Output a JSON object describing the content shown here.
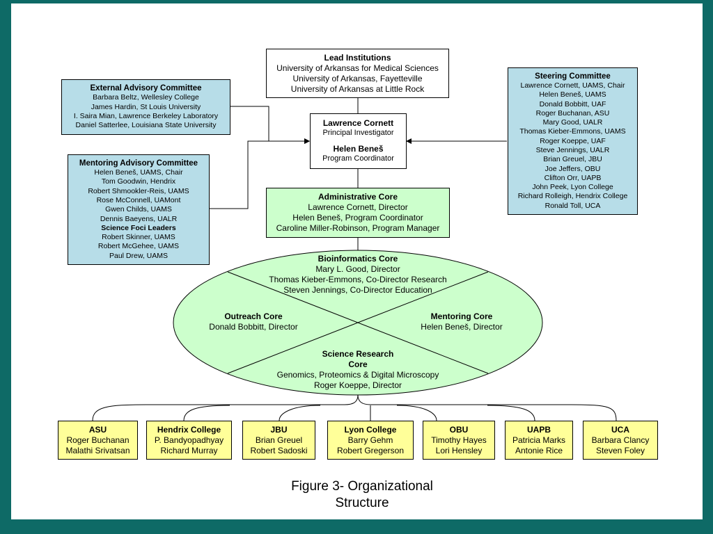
{
  "lead": {
    "title": "Lead Institutions",
    "lines": [
      "University of Arkansas for Medical Sciences",
      "University of Arkansas, Fayetteville",
      "University of Arkansas at Little Rock"
    ]
  },
  "external": {
    "title": "External Advisory Committee",
    "lines": [
      "Barbara Beltz, Wellesley College",
      "James Hardin, St Louis University",
      "I. Saira Mian, Lawrence Berkeley Laboratory",
      "Daniel Satterlee, Louisiana State University"
    ]
  },
  "pi": {
    "name": "Lawrence Cornett",
    "role": "Principal Investigator",
    "coord_name": "Helen Beneš",
    "coord_role": "Program Coordinator"
  },
  "steering": {
    "title": "Steering Committee",
    "lines": [
      "Lawrence Cornett, UAMS, Chair",
      "Helen Beneš, UAMS",
      "Donald Bobbitt, UAF",
      "Roger Buchanan, ASU",
      "Mary Good, UALR",
      "Thomas Kieber-Emmons, UAMS",
      "Roger Koeppe, UAF",
      "Steve Jennings, UALR",
      "Brian Greuel, JBU",
      "Joe Jeffers, OBU",
      "Clifton Orr, UAPB",
      "John Peek, Lyon College",
      "Richard Rolleigh, Hendrix College",
      "Ronald Toll, UCA"
    ]
  },
  "mentoring_adv": {
    "title": "Mentoring Advisory Committee",
    "lines": [
      "Helen Beneš, UAMS, Chair",
      "Tom Goodwin, Hendrix",
      "Robert Shmookler-Reis, UAMS",
      "Rose McConnell, UAMont",
      "Gwen Childs, UAMS",
      "Dennis Baeyens, UALR"
    ],
    "subtitle": "Science Foci Leaders",
    "sub_lines": [
      "Robert Skinner, UAMS",
      "Robert McGehee, UAMS",
      "Paul Drew, UAMS"
    ]
  },
  "admin": {
    "title": "Administrative Core",
    "lines": [
      "Lawrence Cornett, Director",
      "Helen Beneš, Program Coordinator",
      "Caroline Miller-Robinson, Program Manager"
    ]
  },
  "cores": {
    "bioinformatics": {
      "title": "Bioinformatics Core",
      "lines": [
        "Mary L. Good, Director",
        "Thomas Kieber-Emmons, Co-Director Research",
        "Steven Jennings, Co-Director Education"
      ]
    },
    "outreach": {
      "title": "Outreach Core",
      "lines": [
        "Donald Bobbitt, Director"
      ]
    },
    "mentoring": {
      "title": "Mentoring Core",
      "lines": [
        "Helen Beneš, Director"
      ]
    },
    "science": {
      "title_lines": [
        "Science Research",
        "Core"
      ],
      "lines": [
        "Genomics, Proteomics & Digital Microscopy",
        "Roger Koeppe, Director"
      ]
    }
  },
  "institutions": [
    {
      "name": "ASU",
      "people": [
        "Roger Buchanan",
        "Malathi Srivatsan"
      ]
    },
    {
      "name": "Hendrix College",
      "people": [
        "P. Bandyopadhyay",
        "Richard Murray"
      ]
    },
    {
      "name": "JBU",
      "people": [
        "Brian Greuel",
        "Robert Sadoski"
      ]
    },
    {
      "name": "Lyon College",
      "people": [
        "Barry Gehm",
        "Robert Gregerson"
      ]
    },
    {
      "name": "OBU",
      "people": [
        "Timothy Hayes",
        "Lori Hensley"
      ]
    },
    {
      "name": "UAPB",
      "people": [
        "Patricia Marks",
        "Antonie Rice"
      ]
    },
    {
      "name": "UCA",
      "people": [
        "Barbara Clancy",
        "Steven Foley"
      ]
    }
  ],
  "caption": {
    "line1": "Figure 3- Organizational",
    "line2": "Structure"
  },
  "colors": {
    "background": "#0e6a66",
    "committee_fill": "#b7dde8",
    "core_fill": "#ccffcc",
    "institution_fill": "#ffff99"
  }
}
